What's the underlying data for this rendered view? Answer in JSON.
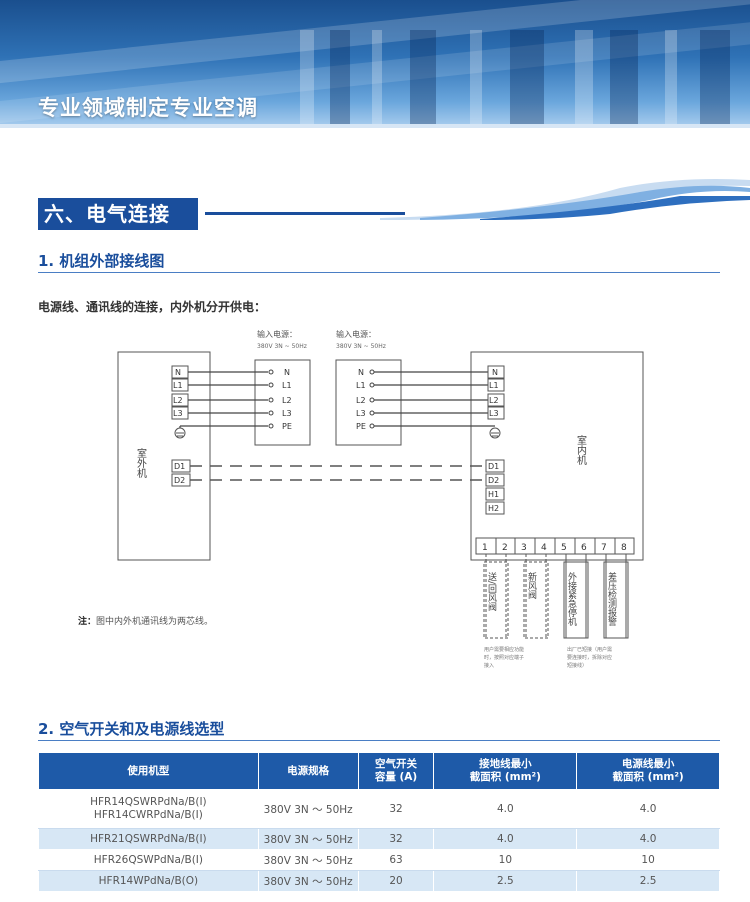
{
  "banner": {
    "title": "专业领域制定专业空调"
  },
  "section": {
    "title": "六、电气连接"
  },
  "sub1": {
    "title": "1. 机组外部接线图"
  },
  "desc": "电源线、通讯线的连接，内外机分开供电：",
  "diagram": {
    "outdoor_label": "室外机",
    "indoor_label": "室内机",
    "power_label": "输入电源：",
    "power_spec": "380V 3N ~ 50Hz",
    "terminals_power": [
      "N",
      "L1",
      "L2",
      "L3"
    ],
    "supply_terminals": [
      "N",
      "L1",
      "L2",
      "L3",
      "PE"
    ],
    "comm_terminals": [
      "D1",
      "D2"
    ],
    "indoor_comm_terminals": [
      "D1",
      "D2",
      "H1",
      "H2"
    ],
    "strip_numbers": [
      "1",
      "2",
      "3",
      "4",
      "5",
      "6",
      "7",
      "8"
    ],
    "aux": [
      {
        "label": "送/回风阀"
      },
      {
        "label": "新风阀"
      },
      {
        "label": "外接紧急停机"
      },
      {
        "label": "差压检测报警"
      }
    ],
    "aux_note_left": [
      "用户需要相应功能",
      "时，按照对应端子",
      "接入"
    ],
    "aux_note_right": [
      "出厂已短接（用户需",
      "要连接时，拆除对应",
      "短接线）"
    ]
  },
  "note": {
    "prefix": "注：",
    "text": "图中内外机通讯线为两芯线。"
  },
  "sub2": {
    "title": "2. 空气开关和及电源线选型"
  },
  "table": {
    "headers": [
      "使用机型",
      "电源规格",
      "空气开关\n容量 (A)",
      "接地线最小\n截面积 (mm²)",
      "电源线最小\n截面积 (mm²)"
    ],
    "rows": [
      {
        "model": "HFR14QSWRPdNa/B(I)\nHFR14CWRPdNa/B(I)",
        "power": "380V 3N ～ 50Hz",
        "breaker": "32",
        "ground": "4.0",
        "wire": "4.0"
      },
      {
        "model": "HFR21QSWRPdNa/B(I)",
        "power": "380V 3N ～ 50Hz",
        "breaker": "32",
        "ground": "4.0",
        "wire": "4.0"
      },
      {
        "model": "HFR26QSWPdNa/B(I)",
        "power": "380V 3N ～ 50Hz",
        "breaker": "63",
        "ground": "10",
        "wire": "10"
      },
      {
        "model": "HFR14WPdNa/B(O)",
        "power": "380V 3N ～ 50Hz",
        "breaker": "20",
        "ground": "2.5",
        "wire": "2.5"
      }
    ]
  },
  "colors": {
    "brand_blue": "#1a4e9c",
    "table_header": "#1e5aa8",
    "row_alt": "#d7e7f5"
  }
}
